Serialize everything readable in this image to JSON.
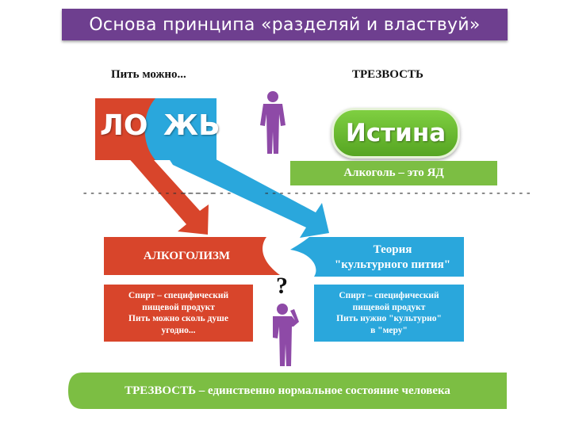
{
  "title": "Основа принципа «разделяй и властвуй»",
  "left_heading": "Пить можно...",
  "right_heading": "ТРЕЗВОСТЬ",
  "lie": {
    "left_part": "ЛО",
    "right_part": "ЖЬ"
  },
  "truth": "Истина",
  "alcohol_is_poison": "Алкоголь – это ЯД",
  "alcoholism_label": "АЛКОГОЛИЗМ",
  "theory_label": {
    "line1": "Теория",
    "line2": "\"культурного пития\""
  },
  "question_mark": "?",
  "red_card_lines": [
    "Спирт – специфический",
    "пищевой продукт",
    "Пить можно сколь душе",
    "угодно..."
  ],
  "blue_card_lines": [
    "Спирт – специфический",
    "пищевой продукт",
    "Пить нужно \"культурно\"",
    "в \"меру\""
  ],
  "bottom_bar": "ТРЕЗВОСТЬ – единственно нормальное состояние человека",
  "colors": {
    "purple": "#6e3f8f",
    "red": "#d8452b",
    "blue": "#2aa7dc",
    "green": "#7cbe43",
    "person": "#8e4aa7"
  }
}
